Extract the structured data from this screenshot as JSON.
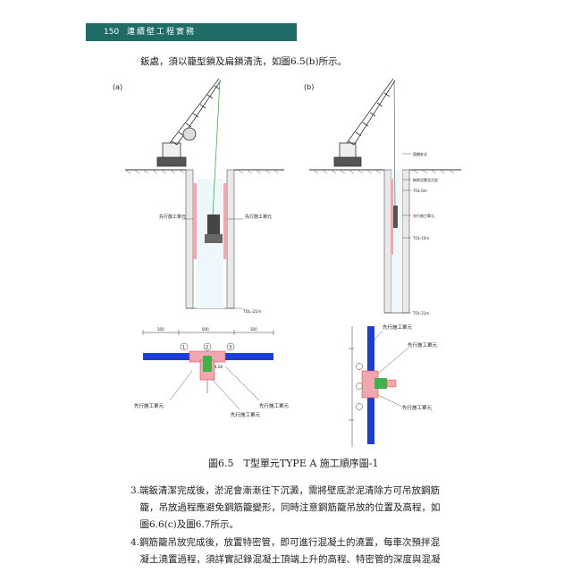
{
  "header": {
    "page_number": "150",
    "title": "連續壁工程實務"
  },
  "intro_text": "鈑處，須以籠型鎖及扁鎖清洗，如圖6.5(b)所示。",
  "figure": {
    "label_a": "(a)",
    "label_b": "(b)",
    "a_left_panel_label": "先行施工單元",
    "a_right_panel_label": "先行施工單元",
    "a_depth_label": "TOL-21m",
    "b_label_1": "固鎖安全",
    "b_label_2": "刷除泥漿及沉淤",
    "b_label_3": "TOL-6m",
    "b_label_4": "先行施工單元",
    "b_label_5": "TOL-15m",
    "b_label_6": "TOL-21m",
    "plan_a_dim_1": "300",
    "plan_a_dim_2": "600",
    "plan_a_dim_3": "300",
    "plan_a_num_1": "1",
    "plan_a_num_2": "2",
    "plan_a_num_3": "3",
    "plan_a_small": "4.28",
    "plan_a_label_left": "先行施工單元",
    "plan_a_label_right": "先行施工單元",
    "plan_a_label_bottom": "先行施工單元",
    "plan_b_label_top": "先行施工單元",
    "plan_b_label_mid": "先行施工單元",
    "plan_b_label_bottom": "先行施工單元"
  },
  "caption": "圖6.5　T型單元TYPE A 施工順序圖-1",
  "para1_lines": [
    "3.端鈑清潔完成後，淤泥會漸漸往下沉澱，需將壁底淤泥清除方可吊放鋼筋",
    "　籠，吊放過程應避免鋼筋籠變形，同時注意鋼筋籠吊放的位置及高程，如",
    "　圖6.6(c)及圖6.7所示。"
  ],
  "para2_lines": [
    "4.鋼筋籠吊放完成後，放置特密管，即可進行混凝土的澆置，每車次預拌混",
    "　凝土澆置過程，須詳實記錄混凝土頂端上升的高程、特密管的深度與混凝"
  ],
  "colors": {
    "header_bg": "#1f6b66",
    "steel_blue": "#1a3fd6",
    "concrete_red": "#d9534f",
    "fill_green": "#3cb44b",
    "slurry_cyan": "#2bb0c8"
  }
}
